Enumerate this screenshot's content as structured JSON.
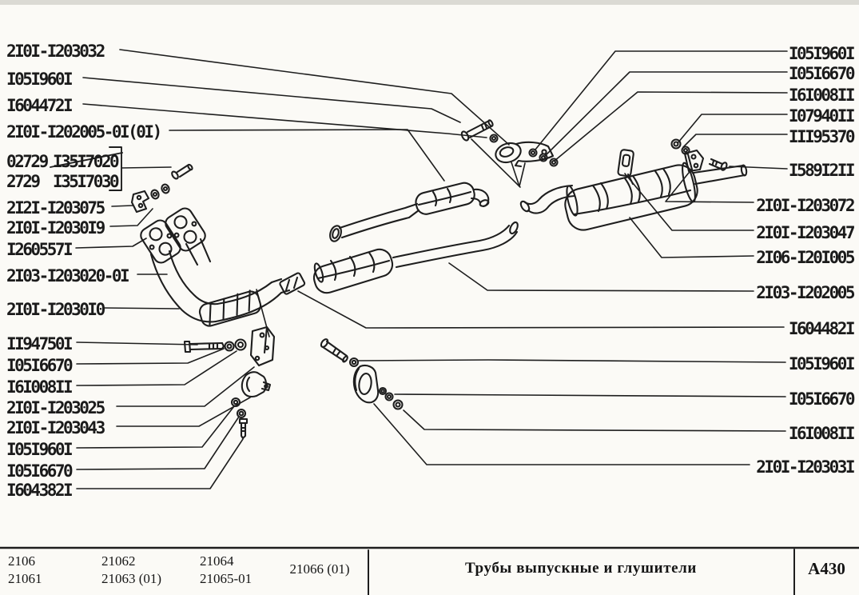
{
  "page_title": "Трубы выпускные и глушители",
  "sheet_code": "А430",
  "diagram_labels": {
    "left": [
      "2I0I-I203032",
      "I05I960I",
      "I604472I",
      "2I0I-I202005-0I(0I)",
      "2I2I-I203075",
      "2I0I-I2030I9",
      "I260557I",
      "2I03-I203020-0I",
      "2I0I-I2030I0",
      "II94750I",
      "I05I6670",
      "I6I008II",
      "2I0I-I203025",
      "2I0I-I203043",
      "I05I960I",
      "I05I6670",
      "I604382I"
    ],
    "strike_box": {
      "row1_prefix": "02729",
      "row1_part": "I35I7020",
      "row2_prefix": "2729",
      "row2_part": "I35I7030"
    },
    "right": [
      "I05I960I",
      "I05I6670",
      "I6I008II",
      "I07940II",
      "III95370",
      "I589I2II",
      "2I0I-I203072",
      "2I0I-I203047",
      "2I06-I20I005",
      "2I03-I202005",
      "I604482I",
      "I05I960I",
      "I05I6670",
      "I6I008II",
      "2I0I-I20303I"
    ]
  },
  "footer_table": {
    "model_columns": [
      [
        "2106",
        "21061"
      ],
      [
        "21062",
        "21063 (01)"
      ],
      [
        "21064",
        "21065-01"
      ]
    ],
    "model_single": "21066 (01)",
    "title": "Трубы выпускные и глушители",
    "sheet_code": "А430"
  },
  "colors": {
    "ink": "#1e1e1e",
    "paper": "#fbfaf6"
  }
}
